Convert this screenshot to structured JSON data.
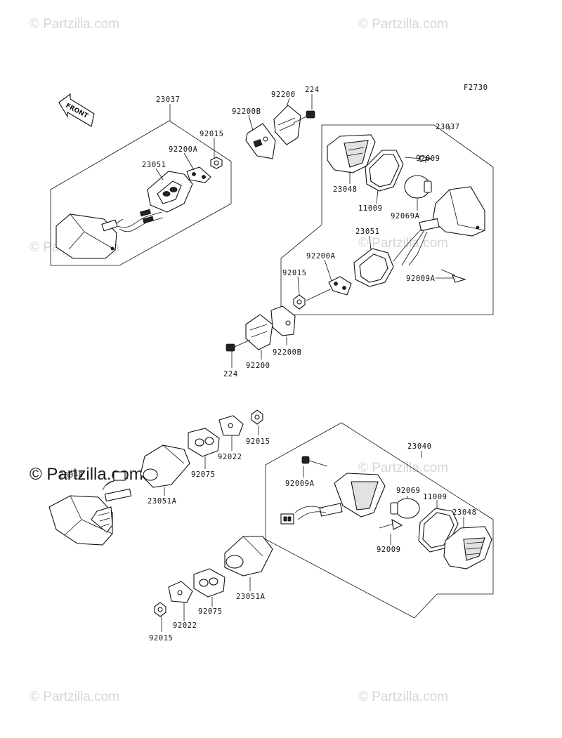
{
  "figure_code": "F2730",
  "front_label": "FRONT",
  "watermark": "© Partzilla.com",
  "watermark_large": "© Partzilla.com",
  "parts": {
    "23037": "23037",
    "23040": "23040",
    "23048": "23048",
    "23051": "23051",
    "23051A": "23051A",
    "11009": "11009",
    "224": "224",
    "92200": "92200",
    "92200A": "92200A",
    "92200B": "92200B",
    "92015": "92015",
    "92009": "92009",
    "92009A": "92009A",
    "92069": "92069",
    "92069A": "92069A",
    "92022": "92022",
    "92075": "92075"
  }
}
